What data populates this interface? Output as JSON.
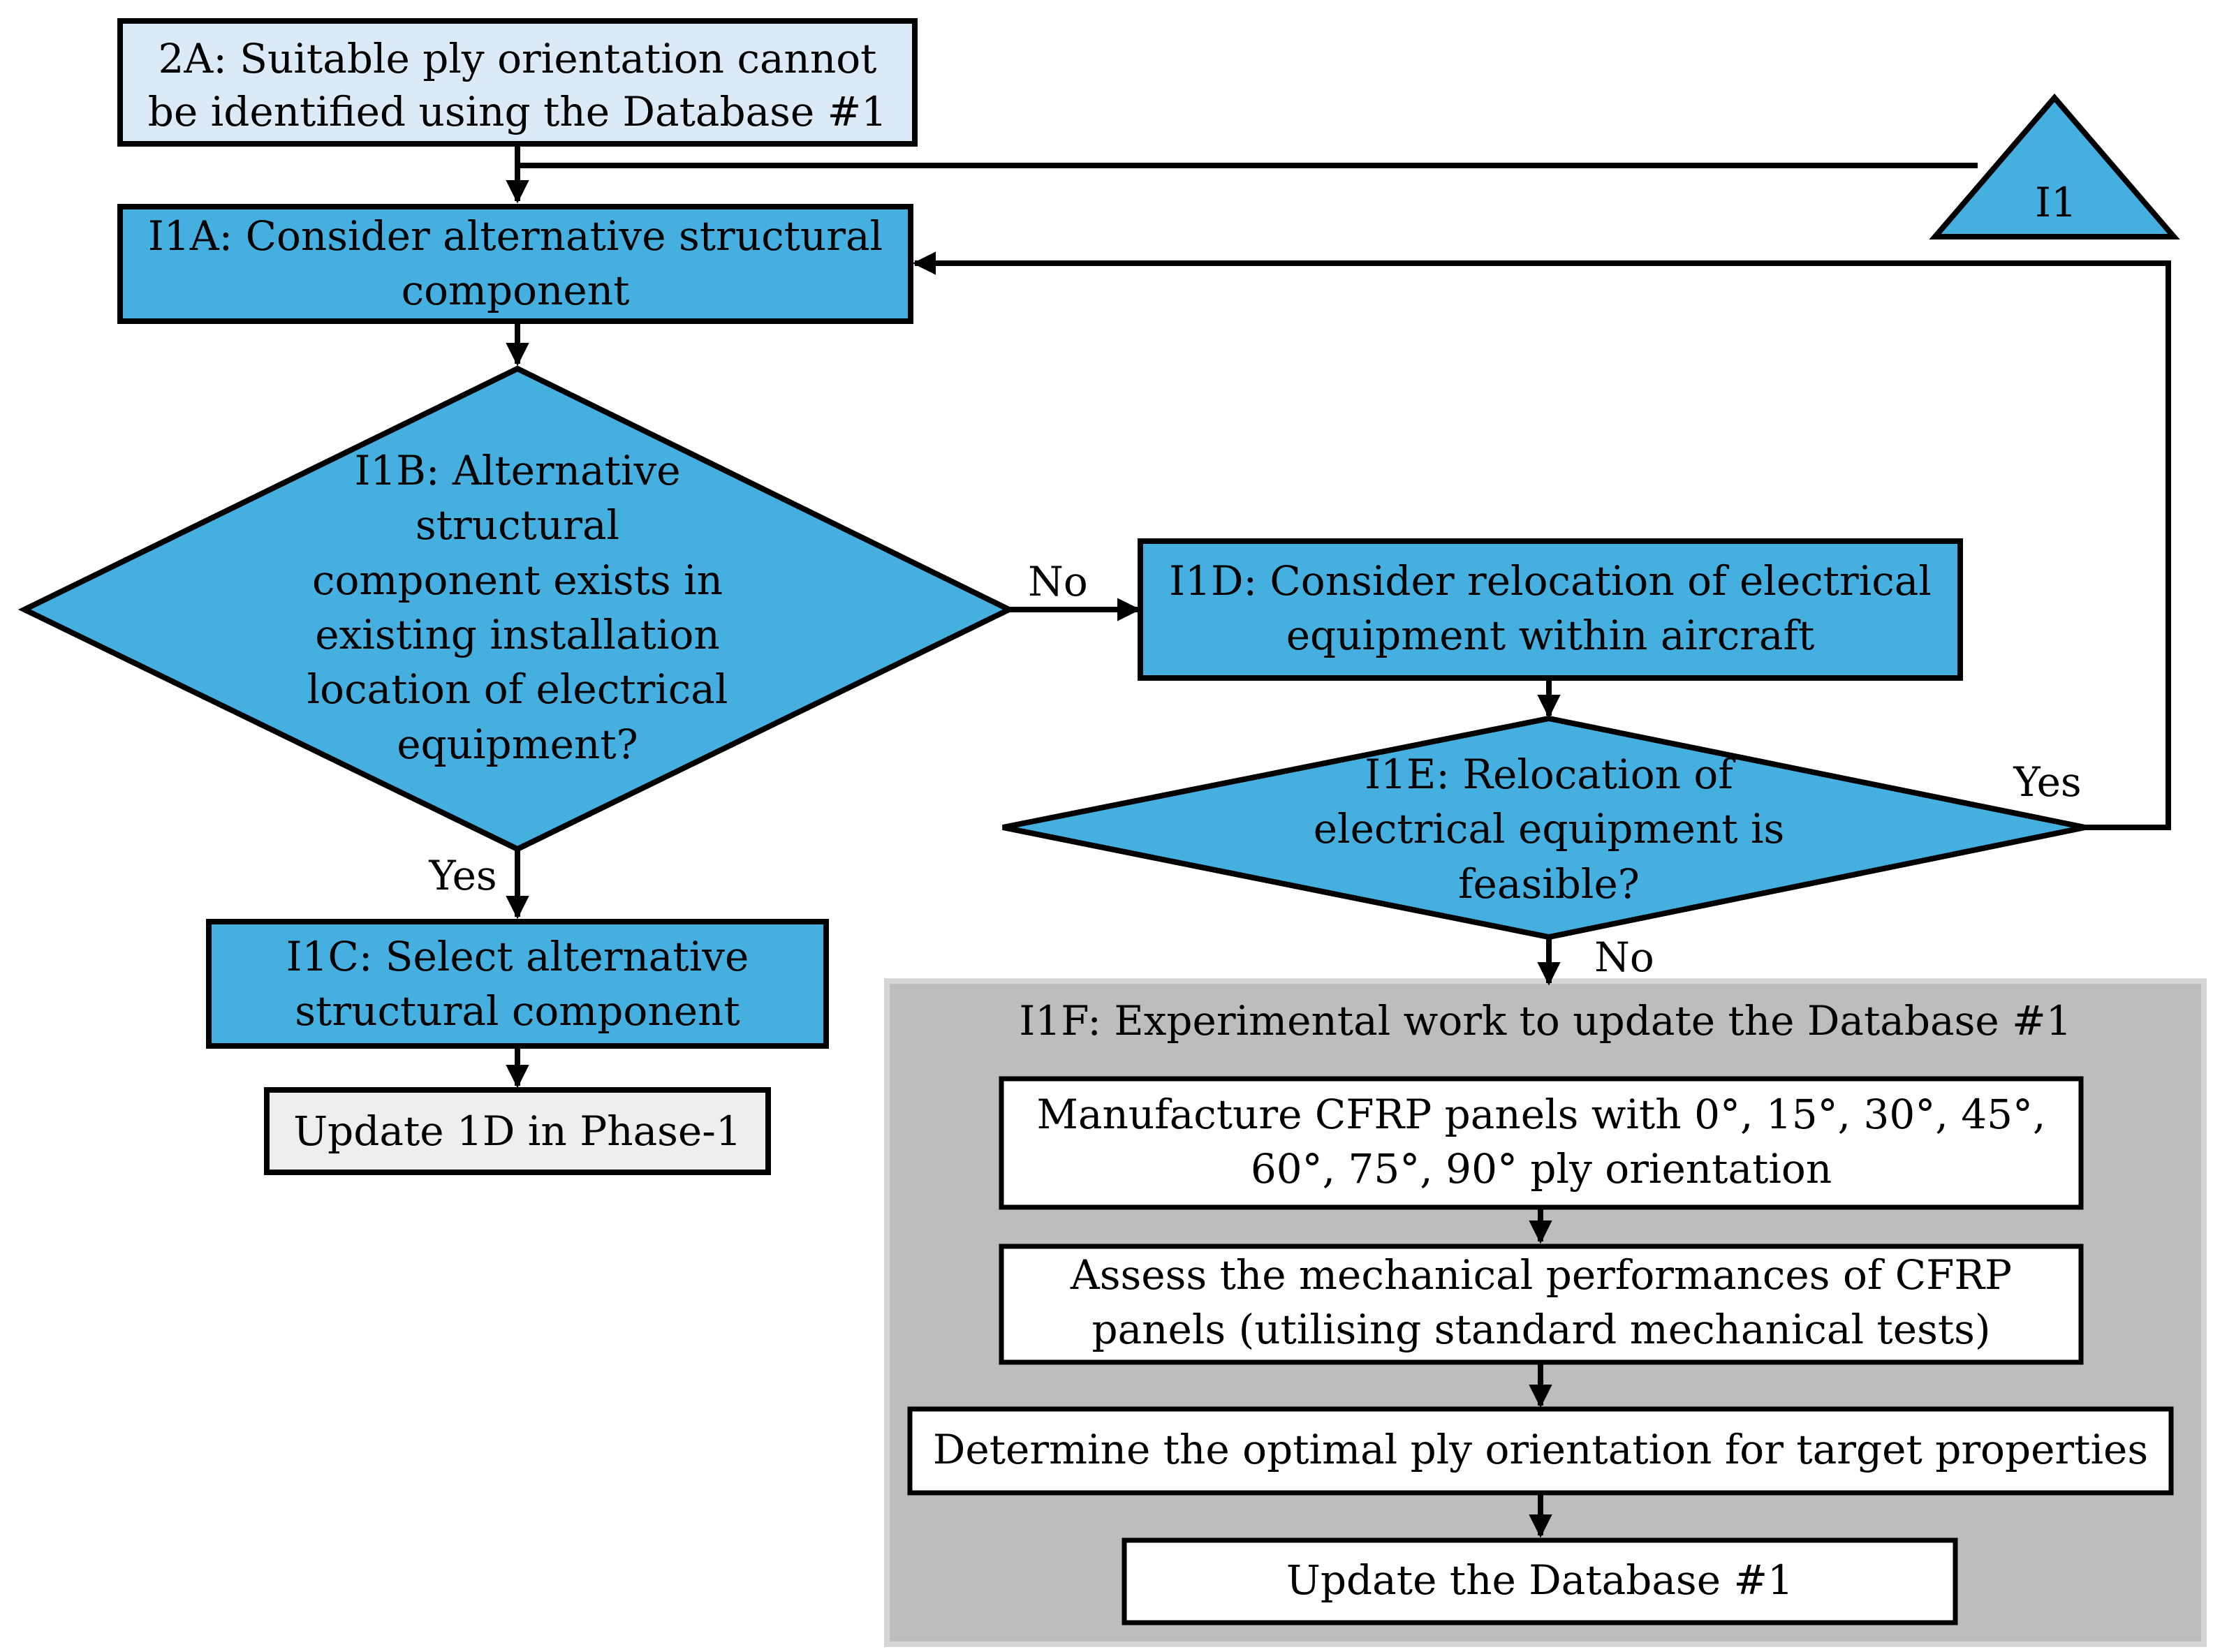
{
  "colors": {
    "process_fill": "#45afe0",
    "start_fill": "#dce9f7",
    "terminal_fill": "#eeeeee",
    "panel_fill": "#bdbdbd",
    "panel_border": "#d6d6d6",
    "step_fill": "#ffffff",
    "stroke": "#000000"
  },
  "nodes": {
    "n2a": [
      "2A: Suitable ply orientation cannot",
      "be identified using the Database #1"
    ],
    "i1a": [
      "I1A: Consider alternative structural",
      "component"
    ],
    "i1b": [
      "I1B: Alternative",
      "structural",
      "component exists in",
      "existing installation",
      "location of electrical",
      "equipment?"
    ],
    "i1c": [
      "I1C: Select alternative",
      "structural component"
    ],
    "update1d": [
      "Update 1D in Phase-1"
    ],
    "i1d": [
      "I1D: Consider relocation of electrical",
      "equipment within aircraft"
    ],
    "i1e": [
      "I1E: Relocation of",
      "electrical equipment is",
      "feasible?"
    ],
    "connector_i1": [
      "I1"
    ]
  },
  "panel": {
    "title": "I1F: Experimental work to update the Database #1",
    "steps": [
      [
        "Manufacture  CFRP panels with 0°, 15°, 30°, 45°,",
        "60°, 75°, 90° ply orientation"
      ],
      [
        "Assess the mechanical performances of CFRP",
        "panels (utilising standard mechanical tests)"
      ],
      [
        "Determine the optimal ply orientation for target properties"
      ],
      [
        "Update the Database #1"
      ]
    ]
  },
  "edge_labels": {
    "i1b_no": "No",
    "i1b_yes": "Yes",
    "i1e_yes": "Yes",
    "i1e_no": "No"
  }
}
